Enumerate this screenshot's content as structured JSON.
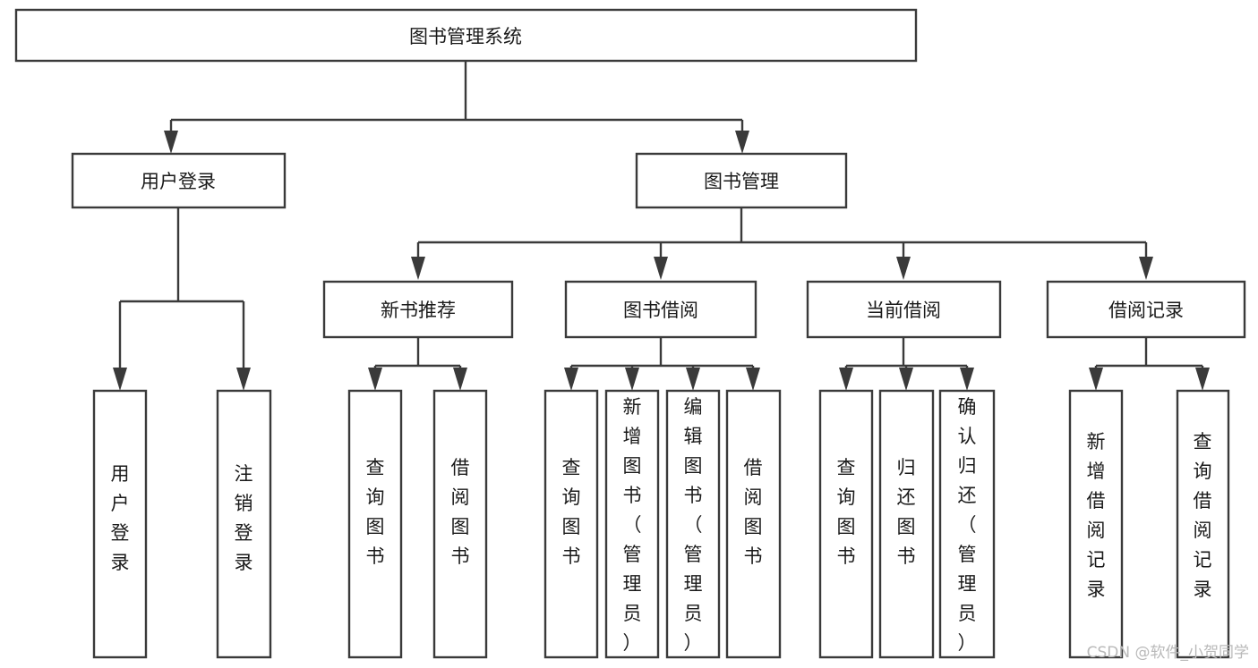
{
  "diagram": {
    "type": "tree-hierarchy",
    "title": "图书管理系统",
    "orientation": "top-down",
    "colors": {
      "box_stroke": "#3a3a3a",
      "box_fill": "#ffffff",
      "connector": "#3a3a3a",
      "text": "#1a1a1a",
      "watermark": "#b9b9b9",
      "canvas": "#ffffff"
    },
    "levels": {
      "level1": "系统根节点",
      "level2": "主模块",
      "level3": "子模块",
      "level4": "功能项（竖排文字）"
    }
  },
  "nodes": {
    "root": {
      "label": "图书管理系统"
    },
    "level2": [
      {
        "id": "user-login",
        "label": "用户登录"
      },
      {
        "id": "book-manage",
        "label": "图书管理"
      }
    ],
    "level3": [
      {
        "id": "new-book-recommend",
        "label": "新书推荐",
        "parent": "book-manage"
      },
      {
        "id": "book-borrow",
        "label": "图书借阅",
        "parent": "book-manage"
      },
      {
        "id": "current-borrow",
        "label": "当前借阅",
        "parent": "book-manage"
      },
      {
        "id": "borrow-record",
        "label": "借阅记录",
        "parent": "book-manage"
      }
    ],
    "leaves": {
      "user_login": [
        {
          "id": "leaf-user-login",
          "label": "用户登录"
        },
        {
          "id": "leaf-logout",
          "label": "注销登录"
        }
      ],
      "new_book_recommend": [
        {
          "id": "leaf-query-book-1",
          "label": "查询图书"
        },
        {
          "id": "leaf-borrow-book-1",
          "label": "借阅图书"
        }
      ],
      "book_borrow": [
        {
          "id": "leaf-query-book-2",
          "label": "查询图书"
        },
        {
          "id": "leaf-add-book",
          "label": "新增图书（管理员）"
        },
        {
          "id": "leaf-edit-book",
          "label": "编辑图书（管理员）"
        },
        {
          "id": "leaf-borrow-book-2",
          "label": "借阅图书"
        }
      ],
      "current_borrow": [
        {
          "id": "leaf-query-book-3",
          "label": "查询图书"
        },
        {
          "id": "leaf-return-book",
          "label": "归还图书"
        },
        {
          "id": "leaf-confirm-return",
          "label": "确认归还（管理员）"
        }
      ],
      "borrow_record": [
        {
          "id": "leaf-add-record",
          "label": "新增借阅记录"
        },
        {
          "id": "leaf-query-record",
          "label": "查询借阅记录"
        }
      ]
    }
  },
  "watermark": {
    "text": "CSDN @软件_小贺同学"
  }
}
